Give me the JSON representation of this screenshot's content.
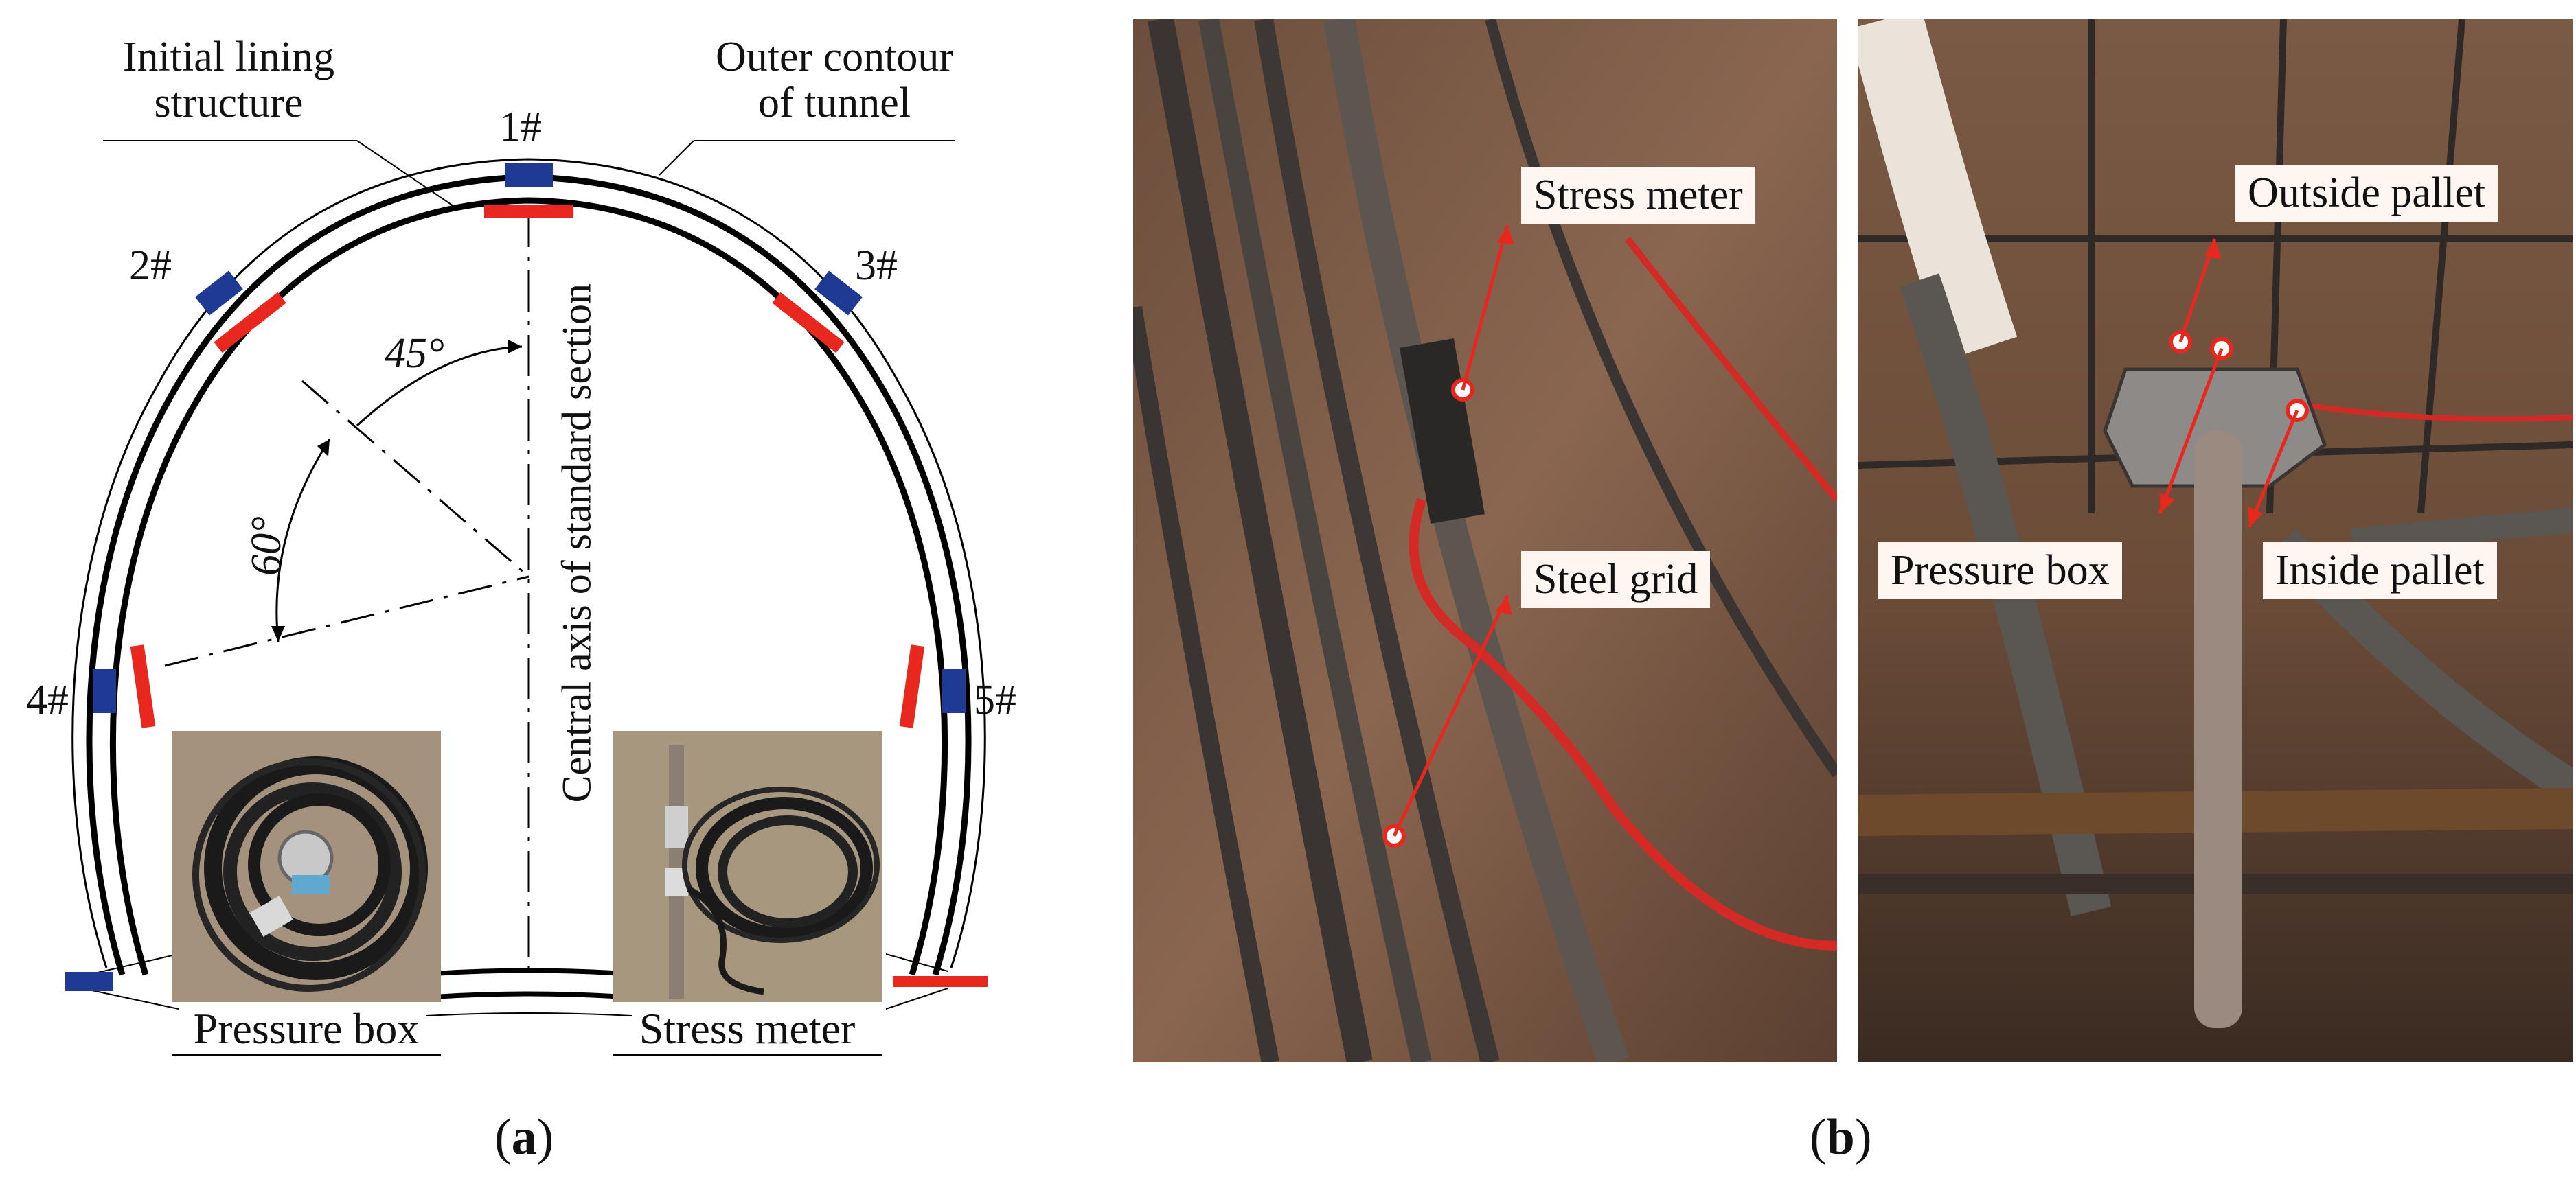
{
  "panel_a": {
    "labels": {
      "initial_lining_1": "Initial lining",
      "initial_lining_2": "structure",
      "outer_contour_1": "Outer contour",
      "outer_contour_2": "of tunnel",
      "central_axis": "Central axis of standard section",
      "angle_45": "45°",
      "angle_60": "60°"
    },
    "points": [
      {
        "id": "1#",
        "label": "1#"
      },
      {
        "id": "2#",
        "label": "2#"
      },
      {
        "id": "3#",
        "label": "3#"
      },
      {
        "id": "4#",
        "label": "4#"
      },
      {
        "id": "5#",
        "label": "5#"
      }
    ],
    "insets": {
      "pressure_box": "Pressure box",
      "stress_meter": "Stress meter"
    },
    "colors": {
      "pressure_box_marker": "#1f3a93",
      "stress_meter_marker": "#e8281f",
      "lining": "#000000"
    },
    "caption": {
      "open": "(",
      "letter": "a",
      "close": ")"
    }
  },
  "panel_b": {
    "photo1_labels": {
      "stress_meter": "Stress meter",
      "steel_grid": "Steel grid"
    },
    "photo2_labels": {
      "outside_pallet": "Outside pallet",
      "pressure_box": "Pressure box",
      "inside_pallet": "Inside pallet"
    },
    "caption": {
      "open": "(",
      "letter": "b",
      "close": ")"
    }
  }
}
